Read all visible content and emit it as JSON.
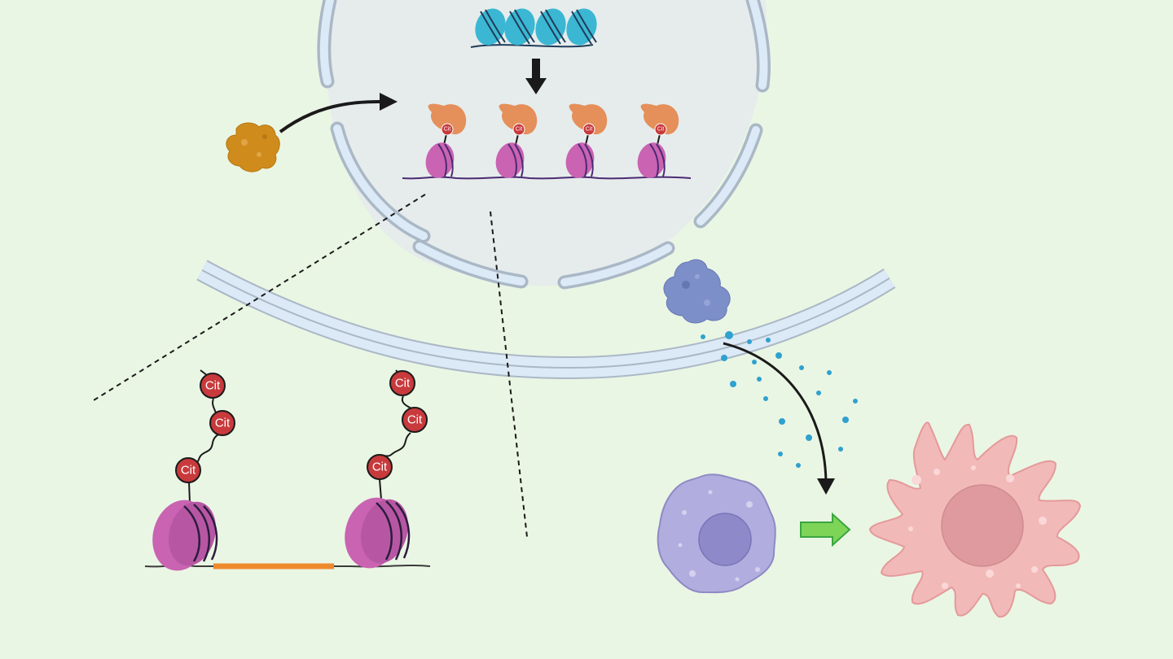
{
  "colors": {
    "background": "#eaf6e4",
    "nucleus_fill": "#e6ecec",
    "membrane_fill": "#dce9f6",
    "membrane_stroke": "#aab8c6",
    "condensed_nucleosome": "#3bb7d3",
    "decondensed_nucleosome": "#c963b2",
    "pad4_enzyme": "#e58f5a",
    "citrulline": "#c83a3c",
    "linker_dna": "#ee8a2c",
    "entering_protein": "#cf8b1c",
    "released_protein": "#7d8fc9",
    "released_particles": "#2fa1cf",
    "resting_cell": "#b1addf",
    "activated_cell": "#f2b9b9",
    "activation_arrow": "#65cc4a"
  },
  "icons": {
    "entering_protein": "protein-blob-icon",
    "released_protein": "protein-blob-icon",
    "transition_arrow": "green-arrow-icon"
  },
  "labels": {
    "cit_large": [
      "Cit",
      "Cit",
      "Cit",
      "Cit",
      "Cit",
      "Cit"
    ],
    "cit_small": [
      "Cit",
      "Cit",
      "Cit",
      "Cit"
    ]
  }
}
